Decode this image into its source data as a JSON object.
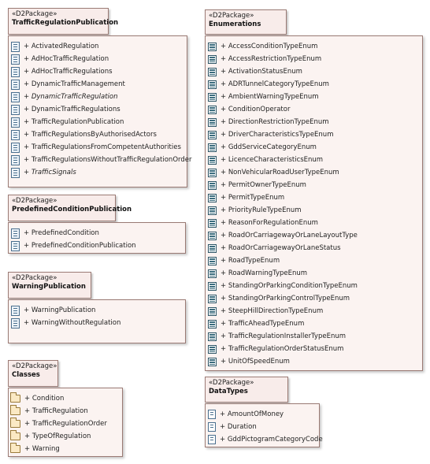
{
  "packages": {
    "traffic": {
      "stereotype": "«D2Package»",
      "name": "TrafficRegulationPublication",
      "items": [
        {
          "label": "+ ActivatedRegulation",
          "icon": "diagram-icon",
          "italic": false
        },
        {
          "label": "+ AdHocTrafficRegulation",
          "icon": "diagram-icon",
          "italic": false
        },
        {
          "label": "+ AdHocTrafficRegulations",
          "icon": "diagram-icon",
          "italic": false
        },
        {
          "label": "+ DynamicTrafficManagement",
          "icon": "diagram-icon",
          "italic": false
        },
        {
          "label": "+ DynamicTrafficRegulation",
          "icon": "diagram-icon",
          "italic": true
        },
        {
          "label": "+ DynamicTrafficRegulations",
          "icon": "diagram-icon",
          "italic": false
        },
        {
          "label": "+ TrafficRegulationPublication",
          "icon": "diagram-icon",
          "italic": false
        },
        {
          "label": "+ TrafficRegulationsByAuthorisedActors",
          "icon": "diagram-icon",
          "italic": false
        },
        {
          "label": "+ TrafficRegulationsFromCompetentAuthorities",
          "icon": "diagram-icon",
          "italic": false
        },
        {
          "label": "+ TrafficRegulationsWithoutTrafficRegulationOrder",
          "icon": "diagram-icon",
          "italic": false
        },
        {
          "label": "+ TrafficSignals",
          "icon": "diagram-icon",
          "italic": true
        }
      ]
    },
    "predefined": {
      "stereotype": "«D2Package»",
      "name": "PredefinedConditionPublication",
      "items": [
        {
          "label": "+ PredefinedCondition",
          "icon": "diagram-icon",
          "italic": false
        },
        {
          "label": "+ PredefinedConditionPublication",
          "icon": "diagram-icon",
          "italic": false
        }
      ]
    },
    "warning": {
      "stereotype": "«D2Package»",
      "name": "WarningPublication",
      "items": [
        {
          "label": "+ WarningPublication",
          "icon": "diagram-icon",
          "italic": false
        },
        {
          "label": "+ WarningWithoutRegulation",
          "icon": "diagram-icon",
          "italic": false
        }
      ]
    },
    "classes": {
      "stereotype": "«D2Package»",
      "name": "Classes",
      "items": [
        {
          "label": "+ Condition",
          "icon": "folder-icon",
          "italic": false
        },
        {
          "label": "+ TrafficRegulation",
          "icon": "folder-icon",
          "italic": false
        },
        {
          "label": "+ TrafficRegulationOrder",
          "icon": "folder-icon",
          "italic": false
        },
        {
          "label": "+ TypeOfRegulation",
          "icon": "folder-icon",
          "italic": false
        },
        {
          "label": "+ Warning",
          "icon": "folder-icon",
          "italic": false
        }
      ]
    },
    "enumerations": {
      "stereotype": "«D2Package»",
      "name": "Enumerations",
      "items": [
        {
          "label": "+ AccessConditionTypeEnum",
          "icon": "enumeration-icon",
          "italic": false
        },
        {
          "label": "+ AccessRestrictionTypeEnum",
          "icon": "enumeration-icon",
          "italic": false
        },
        {
          "label": "+ ActivationStatusEnum",
          "icon": "enumeration-icon",
          "italic": false
        },
        {
          "label": "+ ADRTunnelCategoryTypeEnum",
          "icon": "enumeration-icon",
          "italic": false
        },
        {
          "label": "+ AmbientWarningTypeEnum",
          "icon": "enumeration-icon",
          "italic": false
        },
        {
          "label": "+ ConditionOperator",
          "icon": "enumeration-icon",
          "italic": false
        },
        {
          "label": "+ DirectionRestrictionTypeEnum",
          "icon": "enumeration-icon",
          "italic": false
        },
        {
          "label": "+ DriverCharacteristicsTypeEnum",
          "icon": "enumeration-icon",
          "italic": false
        },
        {
          "label": "+ GddServiceCategoryEnum",
          "icon": "enumeration-icon",
          "italic": false
        },
        {
          "label": "+ LicenceCharacteristicsEnum",
          "icon": "enumeration-icon",
          "italic": false
        },
        {
          "label": "+ NonVehicularRoadUserTypeEnum",
          "icon": "enumeration-icon",
          "italic": false
        },
        {
          "label": "+ PermitOwnerTypeEnum",
          "icon": "enumeration-icon",
          "italic": false
        },
        {
          "label": "+ PermitTypeEnum",
          "icon": "enumeration-icon",
          "italic": false
        },
        {
          "label": "+ PriorityRuleTypeEnum",
          "icon": "enumeration-icon",
          "italic": false
        },
        {
          "label": "+ ReasonForRegulationEnum",
          "icon": "enumeration-icon",
          "italic": false
        },
        {
          "label": "+ RoadOrCarriagewayOrLaneLayoutType",
          "icon": "enumeration-icon",
          "italic": false
        },
        {
          "label": "+ RoadOrCarriagewayOrLaneStatus",
          "icon": "enumeration-icon",
          "italic": false
        },
        {
          "label": "+ RoadTypeEnum",
          "icon": "enumeration-icon",
          "italic": false
        },
        {
          "label": "+ RoadWarningTypeEnum",
          "icon": "enumeration-icon",
          "italic": false
        },
        {
          "label": "+ StandingOrParkingConditionTypeEnum",
          "icon": "enumeration-icon",
          "italic": false
        },
        {
          "label": "+ StandingOrParkingControlTypeEnum",
          "icon": "enumeration-icon",
          "italic": false
        },
        {
          "label": "+ SteepHillDirectionTypeEnum",
          "icon": "enumeration-icon",
          "italic": false
        },
        {
          "label": "+ TrafficAheadTypeEnum",
          "icon": "enumeration-icon",
          "italic": false
        },
        {
          "label": "+ TrafficRegulationInstallerTypeEnum",
          "icon": "enumeration-icon",
          "italic": false
        },
        {
          "label": "+ TrafficRegulationOrderStatusEnum",
          "icon": "enumeration-icon",
          "italic": false
        },
        {
          "label": "+ UnitOfSpeedEnum",
          "icon": "enumeration-icon",
          "italic": false
        }
      ]
    },
    "datatypes": {
      "stereotype": "«D2Package»",
      "name": "DataTypes",
      "items": [
        {
          "label": "+ AmountOfMoney",
          "icon": "datatype-icon",
          "italic": false
        },
        {
          "label": "+ Duration",
          "icon": "datatype-icon",
          "italic": false
        },
        {
          "label": "+ GddPictogramCategoryCode",
          "icon": "datatype-icon",
          "italic": false
        }
      ]
    }
  }
}
